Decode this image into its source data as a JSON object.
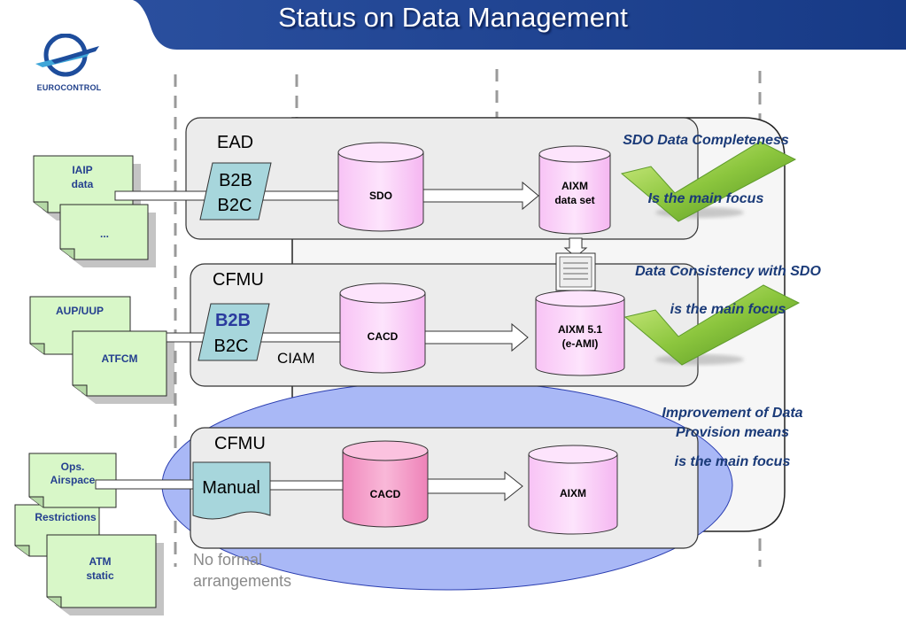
{
  "title": "Status on Data  Management",
  "logo": {
    "text": "EUROCONTROL",
    "icon": "eurocontrol-logo-icon"
  },
  "colors": {
    "header_blue": "#1d3f8c",
    "doc_green": "#d8f7c8",
    "cylinder_pink": "#fbd2fa",
    "cylinder_dark_pink": "#f59ac7",
    "b2b_blue": "#a7d6dc",
    "ellipse_blue": "#a9b8f6",
    "check_green": "#86c53a",
    "note_blue": "#1a3a78"
  },
  "sources": {
    "row1": [
      "IAIP\ndata",
      "..."
    ],
    "row2": [
      "AUP/UUP",
      "ATFCM"
    ],
    "row3": [
      "Ops.\nAirspace",
      "Restrictions",
      "ATM\nstatic"
    ]
  },
  "sections": {
    "ead": {
      "label": "EAD",
      "interface": [
        "B2B",
        "B2C"
      ],
      "store": "SDO",
      "output": "AIXM\ndata set"
    },
    "cfmu1": {
      "label": "CFMU",
      "interface": [
        "B2B",
        "B2C"
      ],
      "interface_note": "CIAM",
      "store": "CACD",
      "output": "AIXM 5.1\n(e-AMI)"
    },
    "cfmu2": {
      "label": "CFMU",
      "interface": "Manual",
      "store": "CACD",
      "output": "AIXM",
      "note": "No formal\narrangements"
    }
  },
  "notes": {
    "n1_line1": "SDO Data Completeness",
    "n1_line2": "Is the main focus",
    "n2_line1": "Data Consistency with SDO",
    "n2_line2": "is  the main focus",
    "n3_line1": "Improvement of Data",
    "n3_line2": "Provision means",
    "n3_line3": "is the main focus"
  }
}
